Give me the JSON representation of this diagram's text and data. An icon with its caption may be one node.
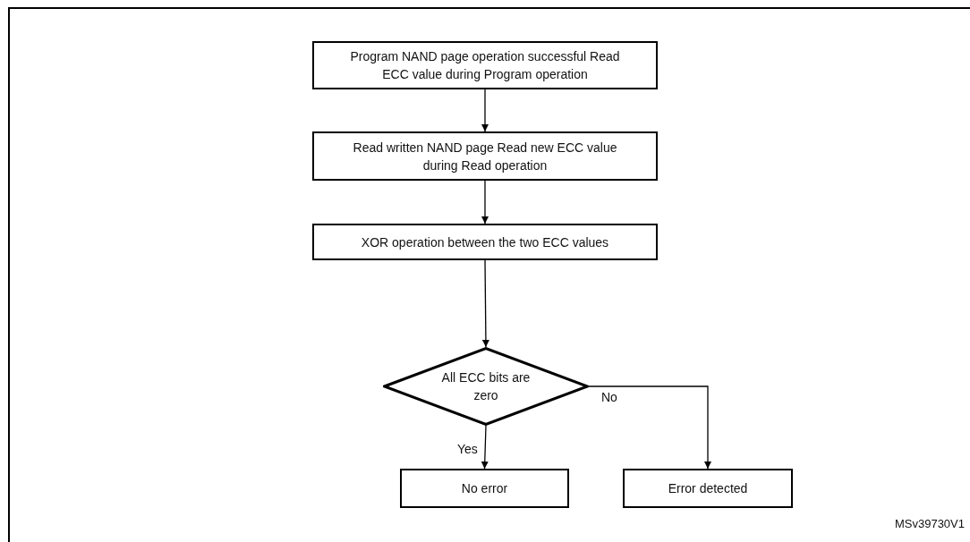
{
  "diagram": {
    "nodes": [
      {
        "text": [
          "Program NAND page operation successful Read ECC value during Program operation"
        ]
      },
      {
        "text": [
          "Read written NAND page Read new ECC value during Read operation"
        ]
      },
      {
        "text": [
          "XOR operation between the two ECC values"
        ]
      },
      {
        "text": [
          "All ECC bits are zero"
        ]
      },
      {
        "text": [
          "No error"
        ]
      },
      {
        "text": [
          "Error detected"
        ]
      }
    ],
    "edges": [
      {
        "from": 0,
        "to": 1,
        "arrow": "to"
      },
      {
        "from": 1,
        "to": 2,
        "arrow": "to"
      },
      {
        "from": 2,
        "to": 3,
        "arrow": "to"
      },
      {
        "from": 3,
        "to": 4,
        "arrow": "to",
        "label": "Yes"
      },
      {
        "from": 3,
        "to": 5,
        "arrow": "to",
        "label": "No"
      }
    ],
    "labels": [
      "MSv39730V1"
    ]
  }
}
